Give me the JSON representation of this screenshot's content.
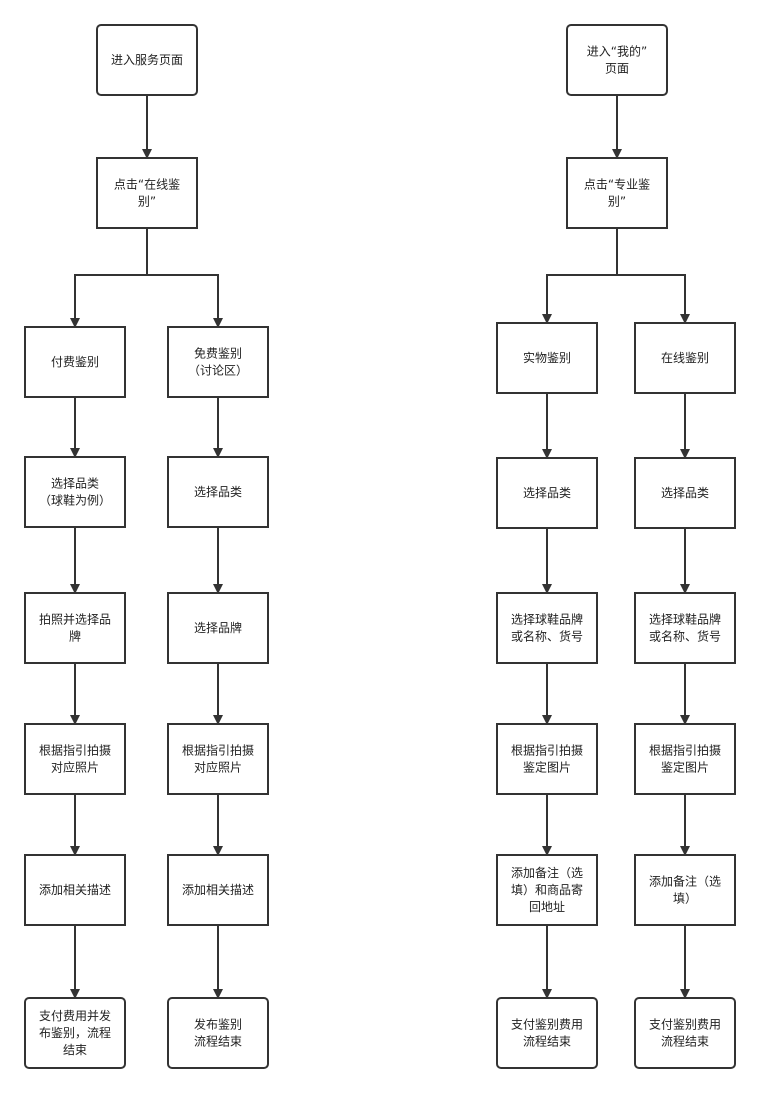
{
  "nodes": {
    "L1": [
      "进入服务页面"
    ],
    "L2": [
      "点击“在线鉴",
      "别”"
    ],
    "LA1": [
      "付费鉴别"
    ],
    "LB1": [
      "免费鉴别",
      "（讨论区）"
    ],
    "LA2": [
      "选择品类",
      "（球鞋为例）"
    ],
    "LB2": [
      "选择品类"
    ],
    "LA3": [
      "拍照并选择品",
      "牌"
    ],
    "LB3": [
      "选择品牌"
    ],
    "LA4": [
      "根据指引拍摄",
      "对应照片"
    ],
    "LB4": [
      "根据指引拍摄",
      "对应照片"
    ],
    "LA5": [
      "添加相关描述"
    ],
    "LB5": [
      "添加相关描述"
    ],
    "LA6": [
      "支付费用并发",
      "布鉴别，流程",
      "结束"
    ],
    "LB6": [
      "发布鉴别",
      "流程结束"
    ],
    "R1": [
      "进入“我的”",
      "页面"
    ],
    "R2": [
      "点击“专业鉴",
      "别”"
    ],
    "RA1": [
      "实物鉴别"
    ],
    "RB1": [
      "在线鉴别"
    ],
    "RA2": [
      "选择品类"
    ],
    "RB2": [
      "选择品类"
    ],
    "RA3": [
      "选择球鞋品牌",
      "或名称、货号"
    ],
    "RB3": [
      "选择球鞋品牌",
      "或名称、货号"
    ],
    "RA4": [
      "根据指引拍摄",
      "鉴定图片"
    ],
    "RB4": [
      "根据指引拍摄",
      "鉴定图片"
    ],
    "RA5": [
      "添加备注（选",
      "填）和商品寄",
      "回地址"
    ],
    "RB5": [
      "添加备注（选",
      "填）"
    ],
    "RA6": [
      "支付鉴别费用",
      "流程结束"
    ],
    "RB6": [
      "支付鉴别费用",
      "流程结束"
    ]
  },
  "edges": [
    [
      "L1",
      "L2"
    ],
    [
      "L2",
      "LA1"
    ],
    [
      "L2",
      "LB1"
    ],
    [
      "LA1",
      "LA2"
    ],
    [
      "LA2",
      "LA3"
    ],
    [
      "LA3",
      "LA4"
    ],
    [
      "LA4",
      "LA5"
    ],
    [
      "LA5",
      "LA6"
    ],
    [
      "LB1",
      "LB2"
    ],
    [
      "LB2",
      "LB3"
    ],
    [
      "LB3",
      "LB4"
    ],
    [
      "LB4",
      "LB5"
    ],
    [
      "LB5",
      "LB6"
    ],
    [
      "R1",
      "R2"
    ],
    [
      "R2",
      "RA1"
    ],
    [
      "R2",
      "RB1"
    ],
    [
      "RA1",
      "RA2"
    ],
    [
      "RA2",
      "RA3"
    ],
    [
      "RA3",
      "RA4"
    ],
    [
      "RA4",
      "RA5"
    ],
    [
      "RA5",
      "RA6"
    ],
    [
      "RB1",
      "RB2"
    ],
    [
      "RB2",
      "RB3"
    ],
    [
      "RB3",
      "RB4"
    ],
    [
      "RB4",
      "RB5"
    ],
    [
      "RB5",
      "RB6"
    ]
  ],
  "colors": {
    "stroke": "#333333",
    "fill": "#ffffff",
    "text": "#222222"
  }
}
